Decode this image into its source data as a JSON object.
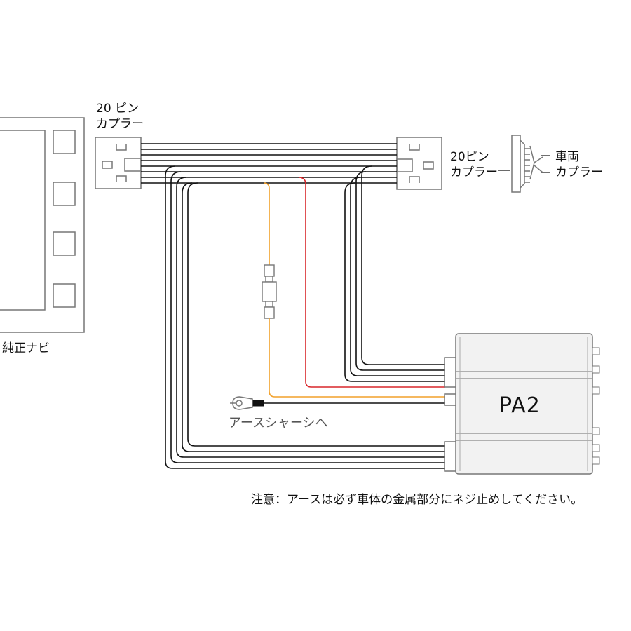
{
  "labels": {
    "coupler_left_line1": "20 ピン",
    "coupler_left_line2": "カプラー",
    "coupler_right_line1": "20ピン",
    "coupler_right_line2": "カプラー",
    "vehicle_line1": "車両",
    "vehicle_line2": "カプラー",
    "navi": "純正ナビ",
    "ground": "アースシャーシへ",
    "unit": "PA2",
    "note": "注意：アースは必ず車体の金属部分にネジ止めしてください。"
  },
  "colors": {
    "line": "#111111",
    "outline": "#777777",
    "orange_wire": "#f2a12a",
    "red_wire": "#d8262a",
    "unit_fill": "#f2f2f2"
  }
}
